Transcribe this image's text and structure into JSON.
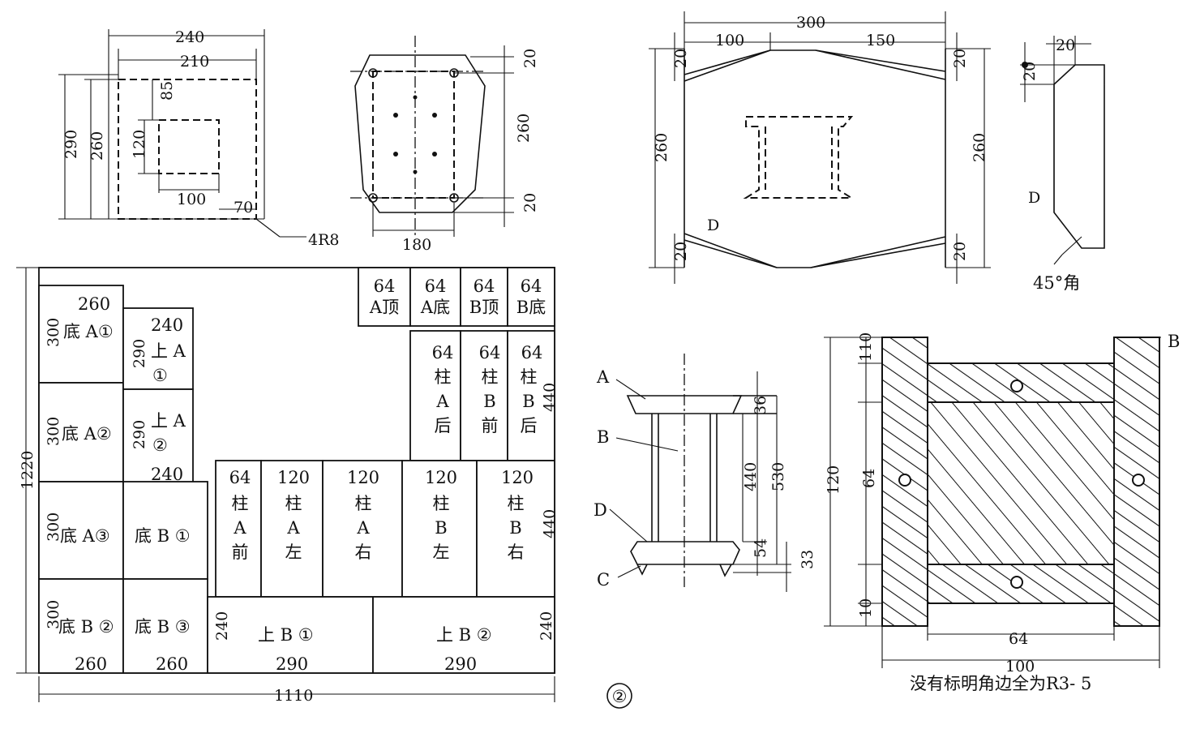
{
  "top_left": {
    "d240": "240",
    "d210": "210",
    "d85": "85",
    "d290": "290",
    "d260": "260",
    "d120": "120",
    "d100": "100",
    "d70": "70",
    "r": "4R8"
  },
  "top_mid": {
    "d20a": "20",
    "d260": "260",
    "d20b": "20",
    "d180": "180"
  },
  "top_right": {
    "d300": "300",
    "d100": "100",
    "d150": "150",
    "d260l": "260",
    "d260r": "260",
    "d20tl": "20",
    "d20tr": "20",
    "d20bl": "20",
    "d20br": "20",
    "label_d": "D"
  },
  "side_part": {
    "d20top": "20",
    "d20left": "20",
    "label_d": "D",
    "angle": "45°角"
  },
  "cut_layout": {
    "total_h": "1220",
    "total_w": "1110",
    "pieces": [
      {
        "lines": [
          "64",
          "A顶"
        ]
      },
      {
        "lines": [
          "64",
          "A底"
        ]
      },
      {
        "lines": [
          "64",
          "B顶"
        ]
      },
      {
        "lines": [
          "64",
          "B底"
        ]
      },
      {
        "lines": [
          "64",
          "柱",
          "A",
          "后"
        ]
      },
      {
        "lines": [
          "64",
          "柱",
          "B",
          "前"
        ]
      },
      {
        "lines": [
          "64",
          "柱",
          "B",
          "后"
        ]
      },
      {
        "lines": [
          "64",
          "柱",
          "A",
          "前"
        ]
      },
      {
        "lines": [
          "120",
          "柱",
          "A",
          "左"
        ]
      },
      {
        "lines": [
          "120",
          "柱",
          "A",
          "右"
        ]
      },
      {
        "lines": [
          "120",
          "柱",
          "B",
          "左"
        ]
      },
      {
        "lines": [
          "120",
          "柱",
          "B",
          "右"
        ]
      }
    ],
    "d440a": "440",
    "d440b": "440",
    "base_a1": {
      "w": "260",
      "h": "300",
      "label": "底 A①"
    },
    "base_a2": {
      "h": "300",
      "label": "底 A②"
    },
    "base_a3": {
      "h": "300",
      "label": "底 A③"
    },
    "base_b2": {
      "h": "300",
      "label": "底 B ②",
      "w": "260"
    },
    "top_a1": {
      "w": "240",
      "h": "290",
      "l1": "上 A",
      "l2": "①"
    },
    "top_a2": {
      "h": "290",
      "l1": "上 A",
      "l2": "②",
      "w": "240"
    },
    "base_b1": {
      "label": "底 B ①"
    },
    "base_b3": {
      "label": "底 B ③",
      "w": "260"
    },
    "top_b1": {
      "label": "上 B ①",
      "w": "290",
      "h": "240"
    },
    "top_b2": {
      "label": "上 B ②",
      "w": "290",
      "h": "240"
    }
  },
  "assembly": {
    "a": "A",
    "b": "B",
    "c": "C",
    "d": "D",
    "d36": "36",
    "d440": "440",
    "d530": "530",
    "d54": "54",
    "d33": "33",
    "circle": "②"
  },
  "section": {
    "b": "B",
    "d110": "110",
    "d64v": "64",
    "d120": "120",
    "d10": "10",
    "d64h": "64",
    "d100": "100",
    "note": "没有标明角边全为R3- 5"
  }
}
